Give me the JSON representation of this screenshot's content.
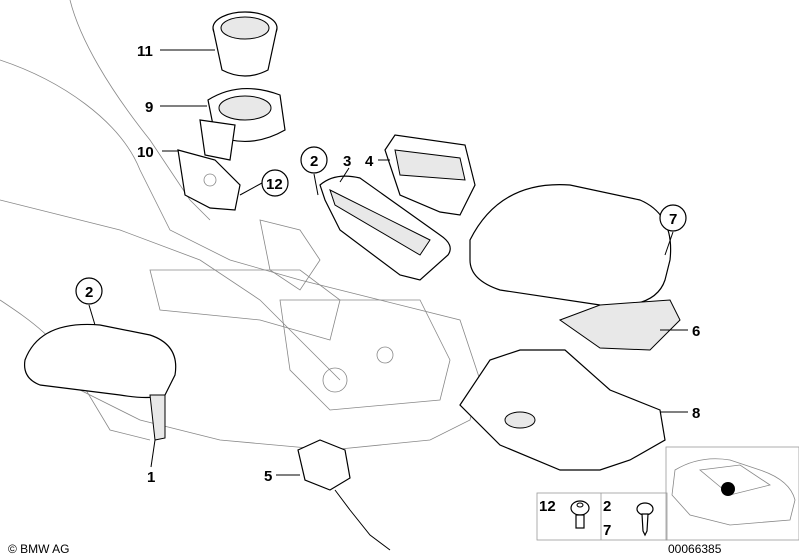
{
  "callouts": {
    "c11": "11",
    "c9": "9",
    "c10": "10",
    "c12": "12",
    "c2a": "2",
    "c3": "3",
    "c4": "4",
    "c7": "7",
    "c2b": "2",
    "c6": "6",
    "c8": "8",
    "c1": "1",
    "c5": "5"
  },
  "legend": {
    "item_a": "12",
    "item_b_1": "2",
    "item_b_2": "7"
  },
  "copyright": "© BMW AG",
  "diagram_number": "00066385"
}
